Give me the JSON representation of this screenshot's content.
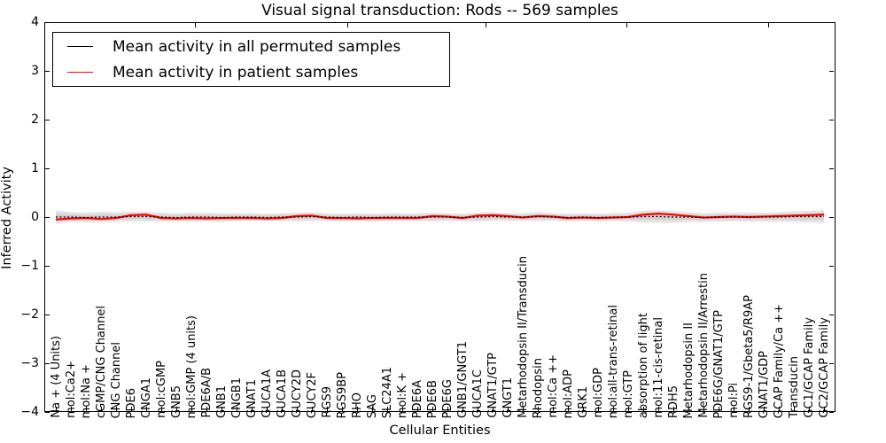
{
  "chart_data": {
    "type": "line",
    "title": "Visual signal transduction: Rods -- 569 samples",
    "xlabel": "Cellular Entities",
    "ylabel": "Inferred Activity",
    "ylim": [
      -4,
      4
    ],
    "yticks": [
      4,
      3,
      2,
      1,
      0,
      -1,
      -2,
      -3,
      -4
    ],
    "ytick_labels": [
      "4",
      "3",
      "2",
      "1",
      "0",
      "−1",
      "−2",
      "−3",
      "−4"
    ],
    "categories": [
      "Na + (4 Units)",
      "mol:Ca2+",
      "mol:Na +",
      "cGMP/CNG Channel",
      "CNG Channel",
      "PDE6",
      "CNGA1",
      "mol:cGMP",
      "GNB5",
      "mol:GMP (4 units)",
      "PDE6A/B",
      "GNB1",
      "CNGB1",
      "GNAT1",
      "GUCA1A",
      "GUCA1B",
      "GUCY2D",
      "GUCY2F",
      "RGS9",
      "RGS9BP",
      "RHO",
      "SAG",
      "SLC24A1",
      "mol:K +",
      "PDE6A",
      "PDE6B",
      "PDE6G",
      "GNB1/GNGT1",
      "GUCA1C",
      "GNAT1/GTP",
      "GNGT1",
      "Metarhodopsin II/Transducin",
      "Rhodopsin",
      "mol:Ca ++",
      "mol:ADP",
      "GRK1",
      "mol:GDP",
      "mol:all-trans-retinal",
      "mol:GTP",
      "absorption of light",
      "mol:11-cis-retinal",
      "RDH5",
      "Metarhodopsin II",
      "Metarhodopsin II/Arrestin",
      "PDE6G/GNAT1/GTP",
      "mol:Pi",
      "RGS9-1/Gbeta5/R9AP",
      "GNAT1/GDP",
      "GCAP Family/Ca ++",
      "Transducin",
      "GC1/GCAP Family",
      "GC2/GCAP Family"
    ],
    "series": [
      {
        "name": "Mean activity in all permuted samples",
        "color": "#000000",
        "values": [
          0.0,
          0.0,
          -0.01,
          0.0,
          0.0,
          0.01,
          0.01,
          0.0,
          -0.01,
          0.0,
          0.0,
          -0.01,
          0.0,
          0.0,
          -0.01,
          0.0,
          0.0,
          0.01,
          0.0,
          -0.01,
          0.0,
          -0.01,
          0.0,
          0.0,
          0.0,
          0.0,
          0.0,
          -0.01,
          0.0,
          0.01,
          0.0,
          0.0,
          0.01,
          0.0,
          -0.01,
          0.0,
          -0.01,
          0.0,
          0.0,
          0.01,
          0.01,
          0.0,
          0.0,
          -0.01,
          0.0,
          0.0,
          0.0,
          0.0,
          0.0,
          0.01,
          0.01,
          0.01
        ]
      },
      {
        "name": "Mean activity in patient samples",
        "color": "#ff0000",
        "values": [
          -0.05,
          -0.03,
          -0.02,
          -0.04,
          -0.02,
          0.04,
          0.05,
          -0.02,
          -0.03,
          -0.02,
          -0.03,
          -0.02,
          -0.02,
          -0.02,
          -0.03,
          -0.02,
          0.02,
          0.03,
          -0.02,
          -0.02,
          -0.03,
          -0.02,
          -0.02,
          -0.02,
          -0.02,
          0.02,
          0.01,
          -0.02,
          0.03,
          0.04,
          0.02,
          -0.01,
          0.02,
          0.01,
          -0.02,
          -0.01,
          -0.02,
          -0.01,
          0.0,
          0.05,
          0.07,
          0.05,
          0.02,
          -0.01,
          0.0,
          0.01,
          0.0,
          0.01,
          0.02,
          0.03,
          0.04,
          0.05
        ]
      }
    ],
    "band": {
      "outer_color": "#e4e4e4",
      "inner_color": "#d2d2d2",
      "half_widths": [
        0.14,
        0.1,
        0.1,
        0.11,
        0.1,
        0.1,
        0.1,
        0.09,
        0.09,
        0.09,
        0.09,
        0.09,
        0.08,
        0.08,
        0.08,
        0.08,
        0.09,
        0.09,
        0.08,
        0.08,
        0.08,
        0.08,
        0.08,
        0.08,
        0.08,
        0.09,
        0.08,
        0.08,
        0.09,
        0.09,
        0.08,
        0.08,
        0.09,
        0.08,
        0.08,
        0.08,
        0.08,
        0.08,
        0.09,
        0.12,
        0.13,
        0.12,
        0.1,
        0.09,
        0.09,
        0.09,
        0.09,
        0.09,
        0.1,
        0.11,
        0.12,
        0.13
      ]
    },
    "layout": {
      "grid": false,
      "legend_position": "upper left",
      "top_ticks_local": [
        170,
        342,
        498,
        657,
        817
      ]
    }
  }
}
